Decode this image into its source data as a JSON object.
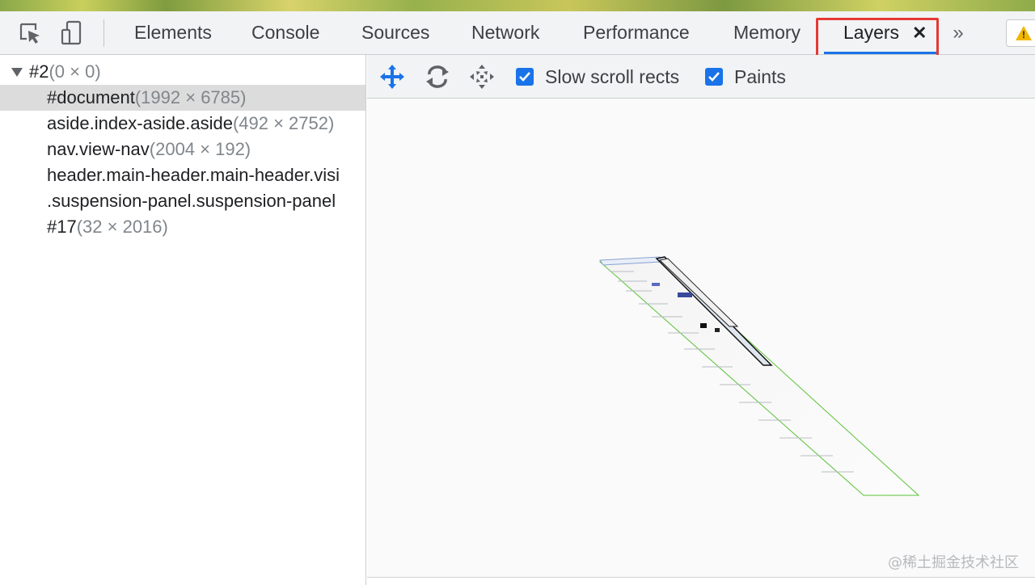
{
  "toolbar": {
    "inspect_icon": "element-picker-icon",
    "device_icon": "device-toolbar-icon"
  },
  "tabs": [
    {
      "label": "Elements"
    },
    {
      "label": "Console"
    },
    {
      "label": "Sources"
    },
    {
      "label": "Network"
    },
    {
      "label": "Performance"
    },
    {
      "label": "Memory"
    },
    {
      "label": "Layers",
      "active": true,
      "closable": true
    }
  ],
  "tab_close_glyph": "✕",
  "more_tabs_glyph": "»",
  "warning_glyph": "!",
  "accent_color": "#1a73e8",
  "highlight_color": "#e53935",
  "layers_tree": {
    "root": {
      "name": "#2",
      "dims": "(0 × 0)"
    },
    "children": [
      {
        "name": "#document",
        "dims": "(1992 × 6785)",
        "selected": true
      },
      {
        "name": "aside.index-aside.aside",
        "dims": "(492 × 2752)"
      },
      {
        "name": "nav.view-nav",
        "dims": "(2004 × 192)"
      },
      {
        "name": "header.main-header.main-header.visi",
        "dims": ""
      },
      {
        "name": ".suspension-panel.suspension-panel",
        "dims": ""
      },
      {
        "name": "#17",
        "dims": "(32 × 2016)"
      }
    ]
  },
  "layers_toolbar": {
    "pan_icon": "pan-mode-icon",
    "rotate_icon": "rotate-mode-icon",
    "reset_icon": "reset-transform-icon",
    "checkboxes": [
      {
        "label": "Slow scroll rects",
        "checked": true
      },
      {
        "label": "Paints",
        "checked": true
      }
    ]
  },
  "watermark": "@稀土掘金技术社区"
}
